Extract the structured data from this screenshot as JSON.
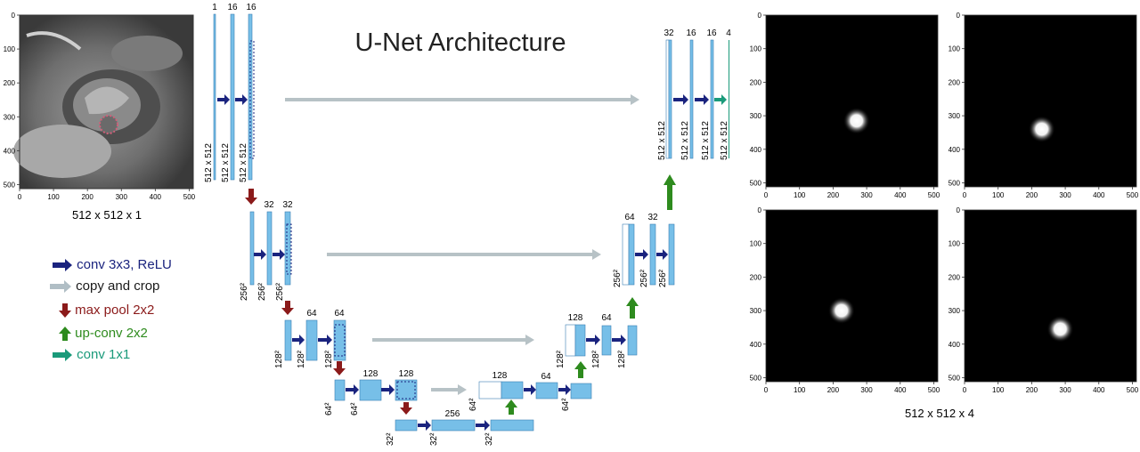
{
  "title": "U-Net Architecture",
  "input_image": {
    "caption": "512 x 512 x 1",
    "y_ticks": [
      "0",
      "100",
      "200",
      "300",
      "400",
      "500"
    ],
    "x_ticks": [
      "0",
      "100",
      "200",
      "300",
      "400",
      "500"
    ]
  },
  "output": {
    "caption": "512 x 512 x 4",
    "y_ticks": [
      "0",
      "100",
      "200",
      "300",
      "400",
      "500"
    ],
    "x_ticks": [
      "0",
      "100",
      "200",
      "300",
      "400",
      "500"
    ],
    "blob_centers": [
      [
        270,
        315
      ],
      [
        230,
        340
      ],
      [
        225,
        300
      ],
      [
        285,
        355
      ]
    ]
  },
  "legend": [
    {
      "label": "conv 3x3, ReLU",
      "color": "#1a237e"
    },
    {
      "label": "copy and crop",
      "color": "#b0bec5"
    },
    {
      "label": "max pool 2x2",
      "color": "#8b1a1a"
    },
    {
      "label": "up-conv 2x2",
      "color": "#2e8b1e"
    },
    {
      "label": "conv 1x1",
      "color": "#1a9a7a"
    }
  ],
  "colors": {
    "block": "#77bfe8",
    "block_edge": "#3b7fb4",
    "conv": "#1a237e",
    "copy": "#b0bec5",
    "pool": "#8b1a1a",
    "upconv": "#2e8b1e",
    "conv1x1": "#1a9a7a"
  },
  "diagram": {
    "level1_channels": [
      "1",
      "16",
      "16"
    ],
    "level1_sizes": [
      "512 x 512",
      "512 x 512",
      "512 x 512"
    ],
    "level2_channels": [
      "32",
      "32"
    ],
    "level2_sizes": [
      "256²",
      "256²",
      "256²"
    ],
    "level3_channels": [
      "64",
      "64"
    ],
    "level3_sizes": [
      "128²",
      "128²",
      "128²"
    ],
    "level4_channels": [
      "128",
      "128"
    ],
    "level4_sizes": [
      "64²",
      "64²"
    ],
    "bottom_channels": [
      "256"
    ],
    "bottom_sizes": [
      "32²",
      "32²",
      "32²"
    ],
    "up4_channels": [
      "128",
      "64"
    ],
    "up4_sizes": [
      "64²",
      "64²"
    ],
    "up3_channels": [
      "128",
      "64"
    ],
    "up3_sizes": [
      "128²",
      "128²",
      "128²"
    ],
    "up2_channels": [
      "64",
      "32"
    ],
    "up2_sizes": [
      "256²",
      "256²",
      "256²"
    ],
    "up1_channels": [
      "32",
      "16",
      "16",
      "4"
    ],
    "up1_sizes": [
      "512 x 512",
      "512 x 512",
      "512 x 512",
      "512 x 512"
    ]
  }
}
